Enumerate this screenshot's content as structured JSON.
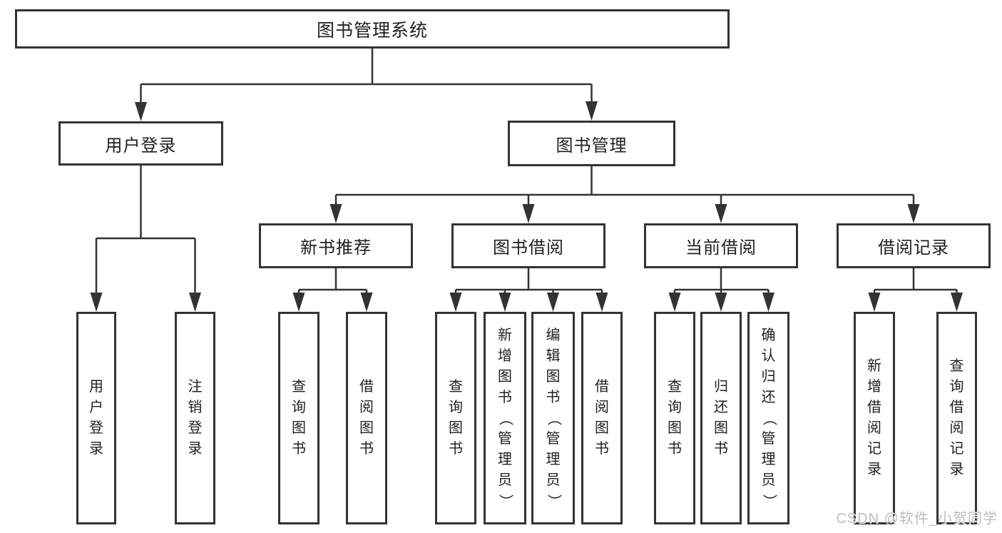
{
  "colors": {
    "line": "#333333",
    "box_border": "#333333",
    "box_fill": "#ffffff",
    "text": "#1f1f1f",
    "watermark_text": "#bdbdbd"
  },
  "watermark": "CSDN @软件_小贺同学",
  "tree": {
    "root": {
      "label": "图书管理系统",
      "children": [
        {
          "label": "用户登录",
          "children": [
            {
              "label": "用户登录"
            },
            {
              "label": "注销登录"
            }
          ]
        },
        {
          "label": "图书管理",
          "children": [
            {
              "label": "新书推荐",
              "children": [
                {
                  "label": "查询图书"
                },
                {
                  "label": "借阅图书"
                }
              ]
            },
            {
              "label": "图书借阅",
              "children": [
                {
                  "label": "查询图书"
                },
                {
                  "label": "新增图书（管理员）"
                },
                {
                  "label": "编辑图书（管理员）"
                },
                {
                  "label": "借阅图书"
                }
              ]
            },
            {
              "label": "当前借阅",
              "children": [
                {
                  "label": "查询图书"
                },
                {
                  "label": "归还图书"
                },
                {
                  "label": "确认归还（管理员）"
                }
              ]
            },
            {
              "label": "借阅记录",
              "children": [
                {
                  "label": "新增借阅记录"
                },
                {
                  "label": "查询借阅记录"
                }
              ]
            }
          ]
        }
      ]
    }
  }
}
